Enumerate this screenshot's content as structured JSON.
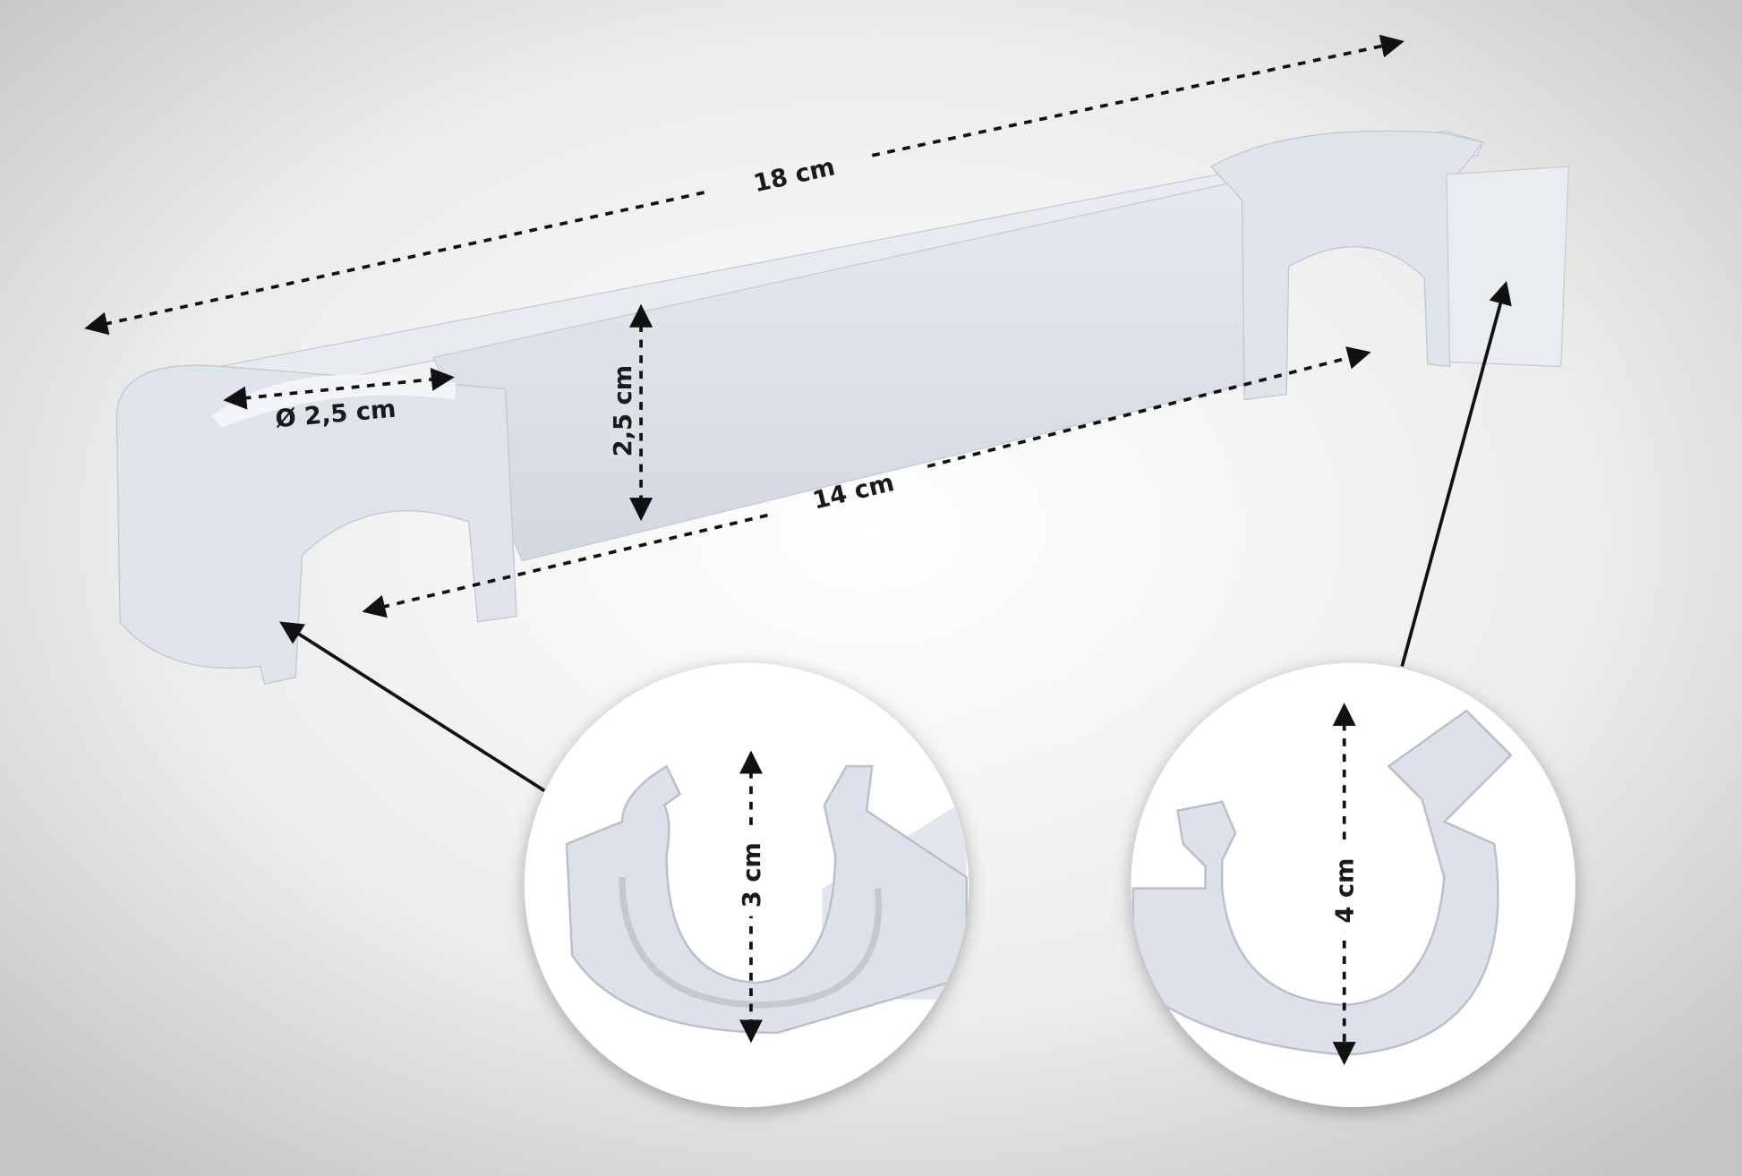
{
  "diagram": {
    "title": "Double pipe clip dimensions",
    "labels": {
      "total_length": "18 cm",
      "pipe_diameter": "Ø 2,5 cm",
      "height": "2,5 cm",
      "center_distance": "14 cm",
      "small_clip_opening": "3 cm",
      "large_clip_opening": "4 cm"
    },
    "colors": {
      "background_center": "#ffffff",
      "background_edge": "#c4c4c4",
      "product": "#dde2ea",
      "product_shadow": "#b9c0cb",
      "annotation": "#111111"
    }
  }
}
